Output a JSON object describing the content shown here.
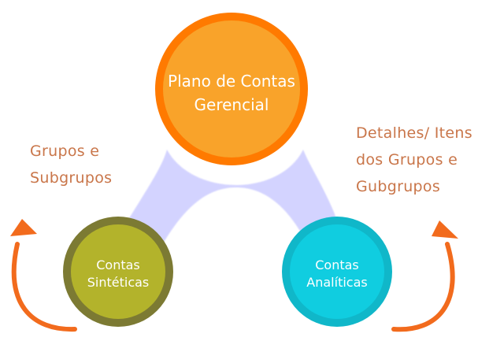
{
  "diagram": {
    "top_node": {
      "line1": "Plano de Contas",
      "line2": "Gerencial"
    },
    "left_node": {
      "line1": "Contas",
      "line2": "Sintéticas"
    },
    "right_node": {
      "line1": "Contas",
      "line2": "Analíticas"
    },
    "left_label": {
      "line1": "Grupos e",
      "line2": "Subgrupos"
    },
    "right_label": {
      "line1": "Detalhes/ Itens",
      "line2": "dos Grupos e",
      "line3": "Gubgrupos"
    }
  },
  "colors": {
    "top_fill": "#F9A32A",
    "top_border": "#FF7A00",
    "left_fill": "#B3B32B",
    "left_border": "#7C7A33",
    "right_fill": "#10CDE0",
    "right_border": "#10B7C9",
    "connector": "#CCCCFF",
    "arrow": "#F26B1D",
    "label_text": "#C9764A"
  }
}
